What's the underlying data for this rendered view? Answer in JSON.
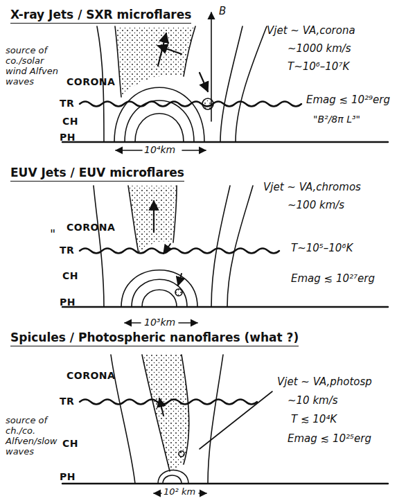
{
  "diagram": {
    "labels": [
      "X-ray Jets / SXR microflares",
      "B",
      "source of co./solar wind Alfven waves",
      "Vjet ~ VA,corona",
      "~1000 km/s",
      "T~10⁶–10⁷K",
      "CORONA",
      "TR",
      "Emag ≲ 10²⁹erg",
      "\"B²/8π L³\"",
      "CH",
      "PH",
      "10⁴km",
      "EUV Jets / EUV microflares",
      "\"",
      "Vjet ~ VA,chromos",
      "~100 km/s",
      "CORONA",
      "TR",
      "T~10⁵–10⁶K",
      "CH",
      "Emag ≲ 10²⁷erg",
      "PH",
      "10³km",
      "Spicules / Photospheric nanoflares (what ?)",
      "CORONA",
      "Vjet ~ VA,photosp",
      "~10 km/s",
      "TR",
      "source of ch./co. Alfven/slow waves",
      "T ≲ 10⁴K",
      "Emag ≲ 10²⁵erg",
      "CH",
      "PH",
      "10² km"
    ]
  }
}
